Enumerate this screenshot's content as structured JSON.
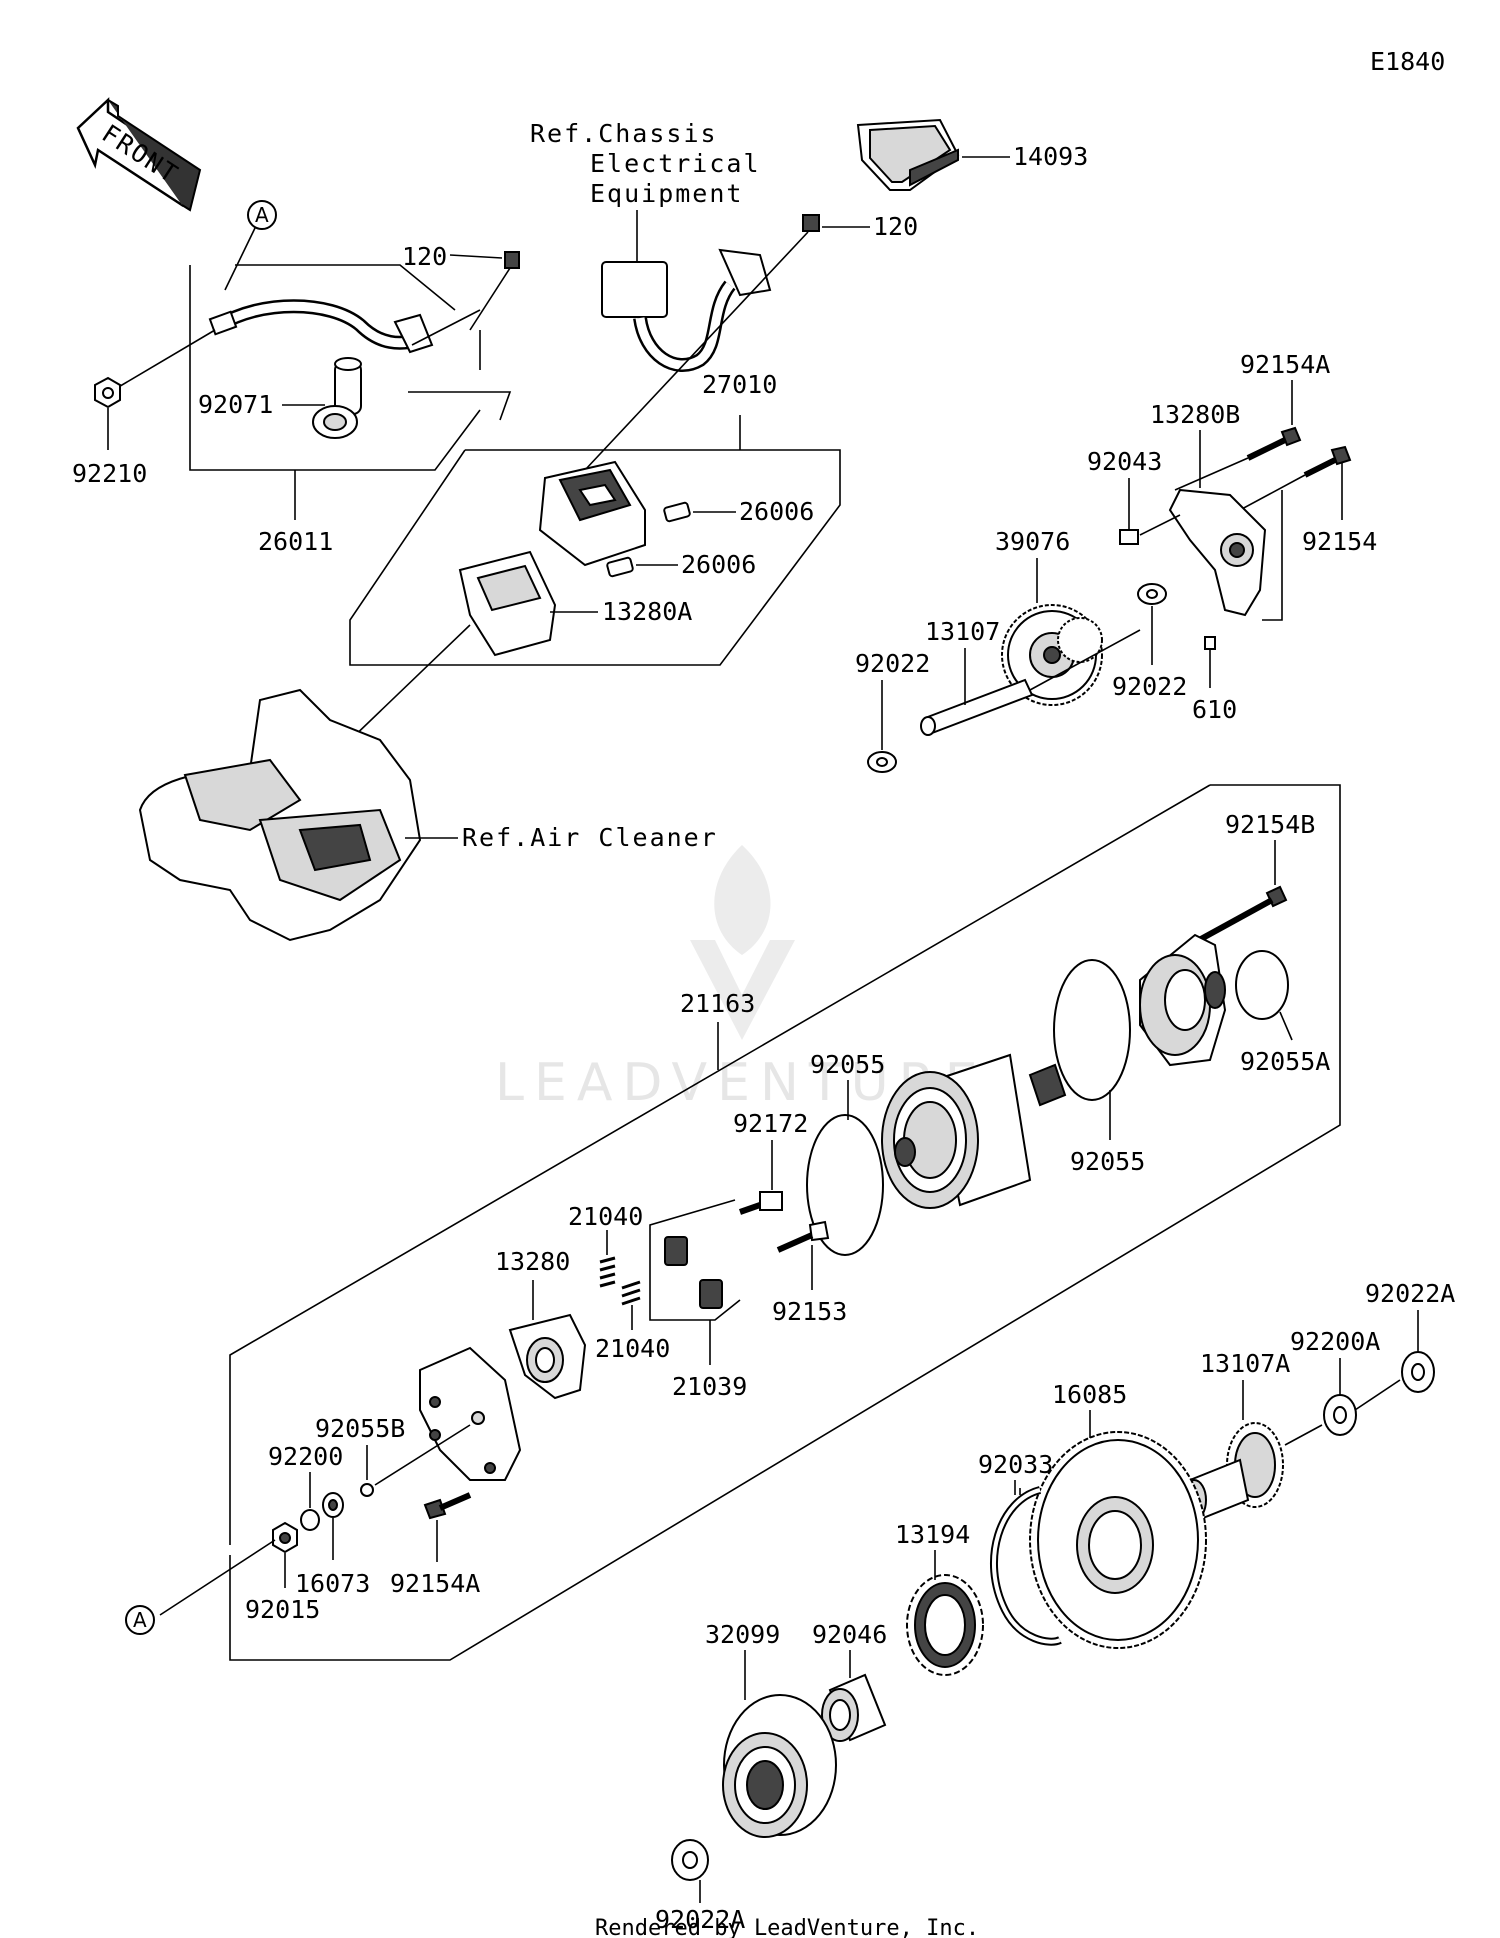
{
  "diagram_id": "E1840",
  "front_label": "FRONT",
  "ref_notes": {
    "chassis_line1": "Ref.Chassis",
    "chassis_line2": "Electrical",
    "chassis_line3": "Equipment",
    "air_cleaner": "Ref.Air Cleaner"
  },
  "callouts": {
    "a_top": "A",
    "a_bottom": "A"
  },
  "part_numbers": {
    "p14093": "14093",
    "p120a": "120",
    "p120b": "120",
    "p92071": "92071",
    "p92210": "92210",
    "p26011": "26011",
    "p27010": "27010",
    "p26006a": "26006",
    "p26006b": "26006",
    "p13280a": "13280A",
    "p92154a_top": "92154A",
    "p13280b": "13280B",
    "p92043": "92043",
    "p92154": "92154",
    "p39076": "39076",
    "p13107": "13107",
    "p92022_left": "92022",
    "p92022_right": "92022",
    "p610": "610",
    "p92154b": "92154B",
    "p21163": "21163",
    "p92055a": "92055A",
    "p92055_left": "92055",
    "p92055_right": "92055",
    "p92172": "92172",
    "p21040a": "21040",
    "p21040b": "21040",
    "p13280": "13280",
    "p92153": "92153",
    "p21039": "21039",
    "p92055b": "92055B",
    "p92200": "92200",
    "p16073": "16073",
    "p92154a_bot": "92154A",
    "p92015": "92015",
    "p92022a_right": "92022A",
    "p92200a": "92200A",
    "p13107a": "13107A",
    "p16085": "16085",
    "p92033": "92033",
    "p13194": "13194",
    "p92046": "92046",
    "p32099": "32099",
    "p92022a_bottom": "92022A"
  },
  "watermark": "LEADVENTURE",
  "footer": "Rendered by LeadVenture, Inc."
}
